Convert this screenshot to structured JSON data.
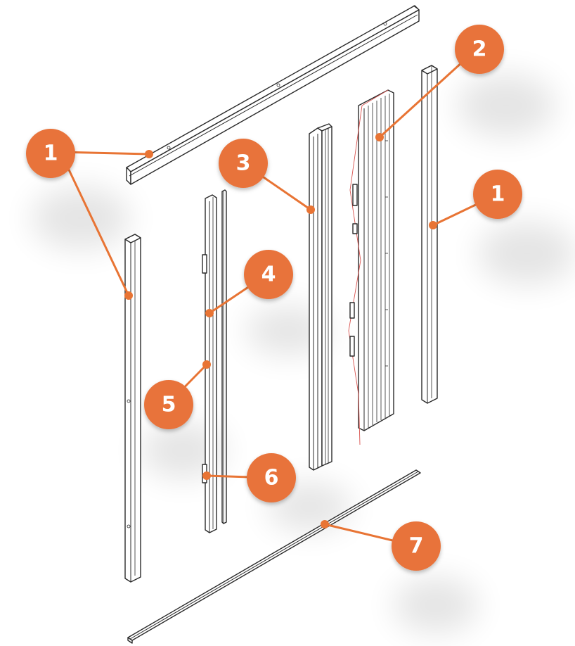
{
  "callouts": [
    {
      "id": "c1a",
      "label": "1"
    },
    {
      "id": "c2",
      "label": "2"
    },
    {
      "id": "c3",
      "label": "3"
    },
    {
      "id": "c1b",
      "label": "1"
    },
    {
      "id": "c4",
      "label": "4"
    },
    {
      "id": "c5",
      "label": "5"
    },
    {
      "id": "c6",
      "label": "6"
    },
    {
      "id": "c7",
      "label": "7"
    }
  ],
  "colors": {
    "callout": "#e8733a",
    "leader": "#e87434",
    "line_art": "#2a2a2a",
    "accent_red": "#d9534f"
  }
}
